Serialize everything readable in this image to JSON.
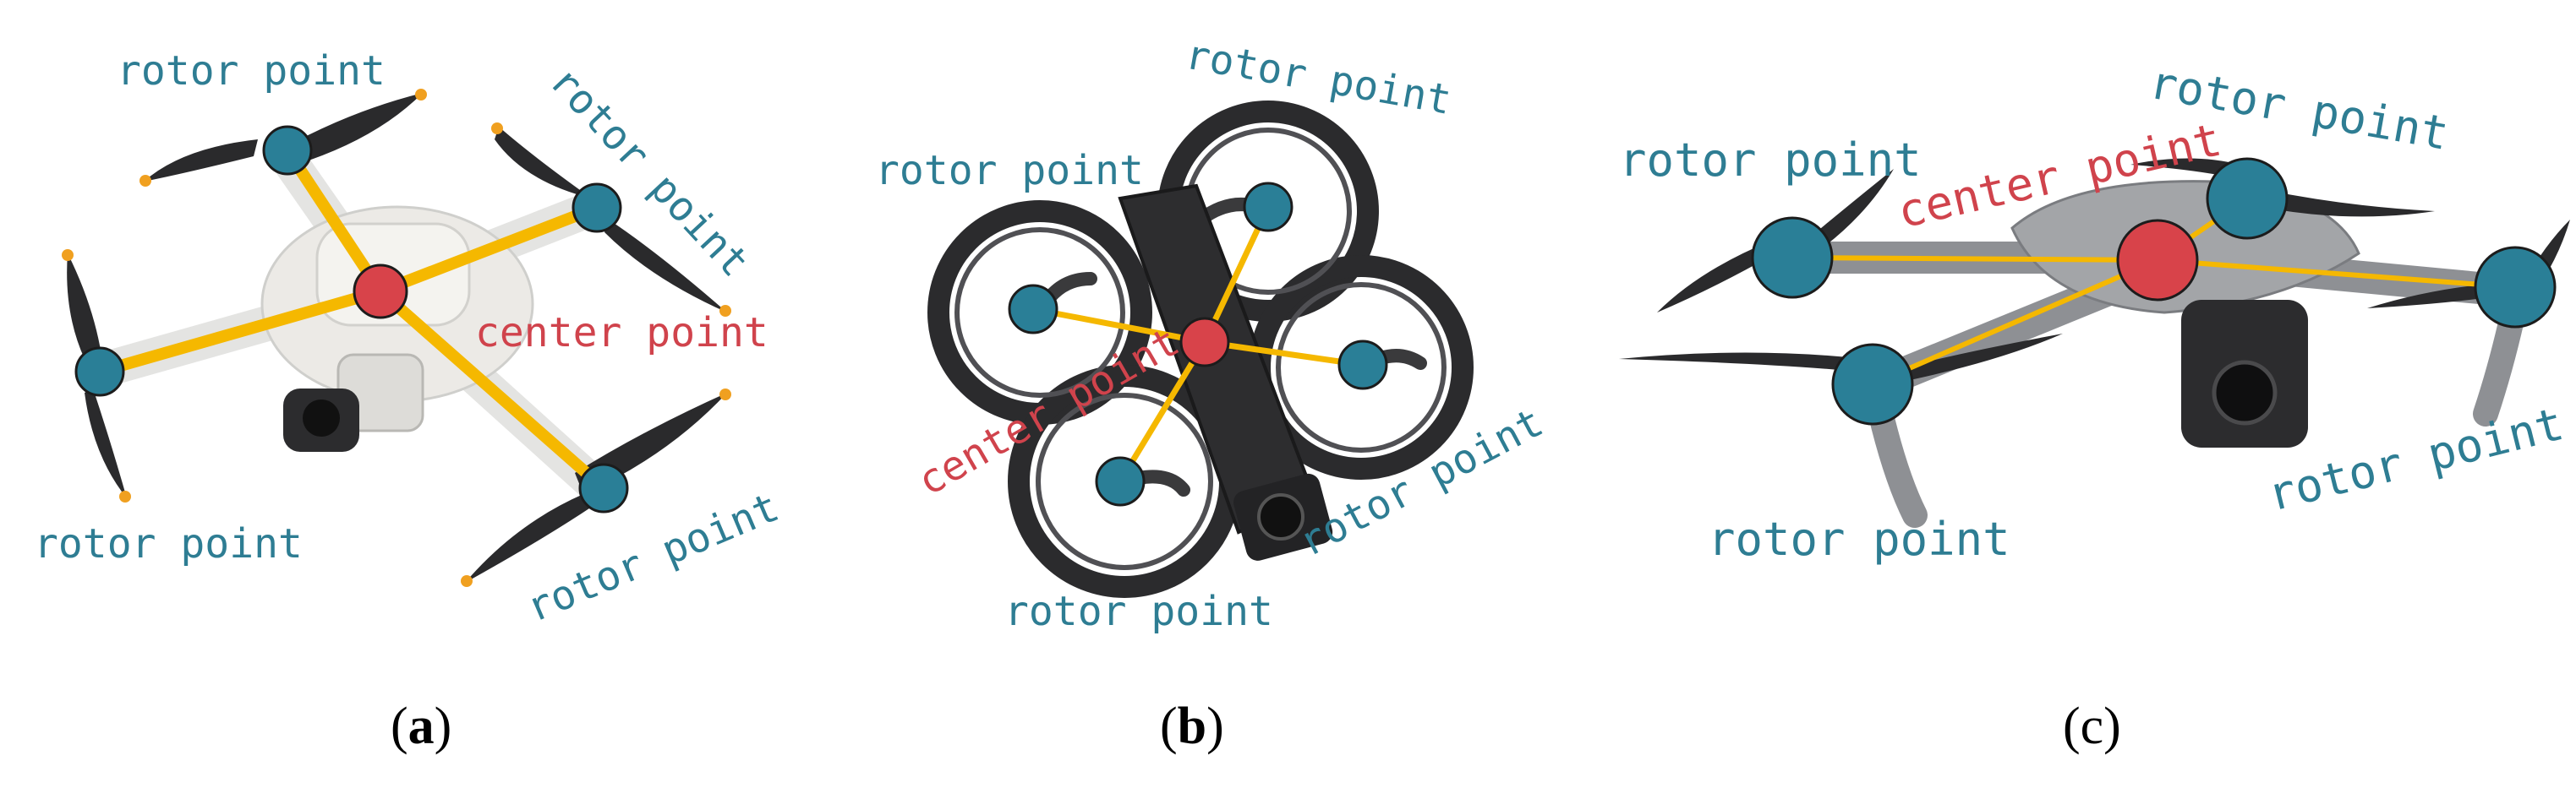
{
  "labels": {
    "rotor": "rotor point",
    "center": "center point"
  },
  "captions": {
    "a": "(a)",
    "b": "(b)",
    "c": "(c)"
  },
  "colors": {
    "rotor_point": "#2a7f97",
    "center_point": "#d8434a",
    "rotor_text": "#2e7d93",
    "center_text": "#d0434c",
    "link_line": "#f5b800",
    "drone_a_body": "#e9e9e7",
    "drone_b_body": "#2b2b2d",
    "drone_c_body": "#9a9c9f"
  }
}
